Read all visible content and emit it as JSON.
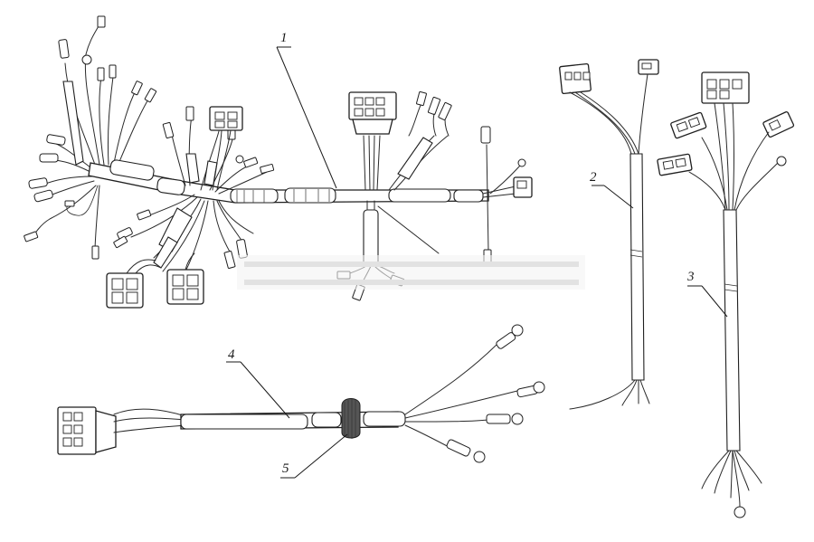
{
  "figure": {
    "callouts": [
      {
        "id": "callout-1",
        "text": "1"
      },
      {
        "id": "callout-2",
        "text": "2"
      },
      {
        "id": "callout-3",
        "text": "3"
      },
      {
        "id": "callout-4",
        "text": "4"
      },
      {
        "id": "callout-5",
        "text": "5"
      }
    ],
    "colors": {
      "ink": "#1f1f1f",
      "paper": "#ffffff",
      "watermark": "#d8d8d8"
    }
  }
}
